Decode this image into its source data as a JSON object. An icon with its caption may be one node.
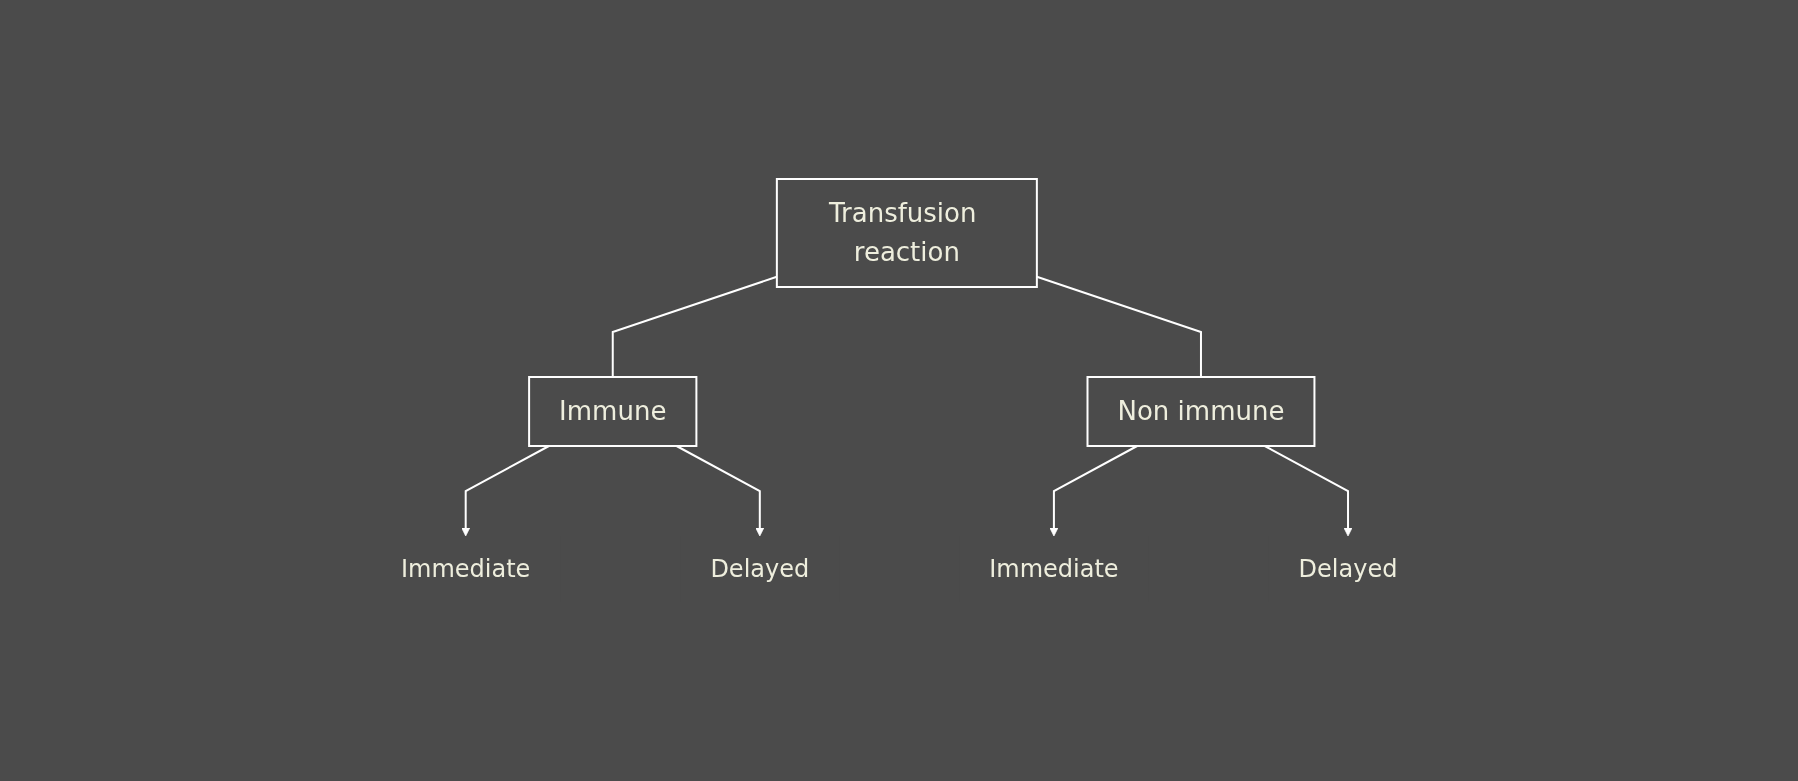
{
  "diagram": {
    "nodes": [
      {
        "text": [
          "Transfusion reaction"
        ]
      },
      {
        "text": [
          "Immune"
        ]
      },
      {
        "text": [
          "Non immune"
        ]
      },
      {
        "text": [
          "Immediate"
        ]
      },
      {
        "text": [
          "Delayed"
        ]
      },
      {
        "text": [
          "Immediate"
        ]
      },
      {
        "text": [
          "Delayed"
        ]
      }
    ],
    "edges": [
      {
        "from": 0,
        "to": 1,
        "arrow": "none"
      },
      {
        "from": 0,
        "to": 2,
        "arrow": "none"
      },
      {
        "from": 1,
        "to": 3,
        "arrow": "to"
      },
      {
        "from": 1,
        "to": 4,
        "arrow": "to"
      },
      {
        "from": 2,
        "to": 5,
        "arrow": "to"
      },
      {
        "from": 2,
        "to": 6,
        "arrow": "to"
      }
    ]
  }
}
